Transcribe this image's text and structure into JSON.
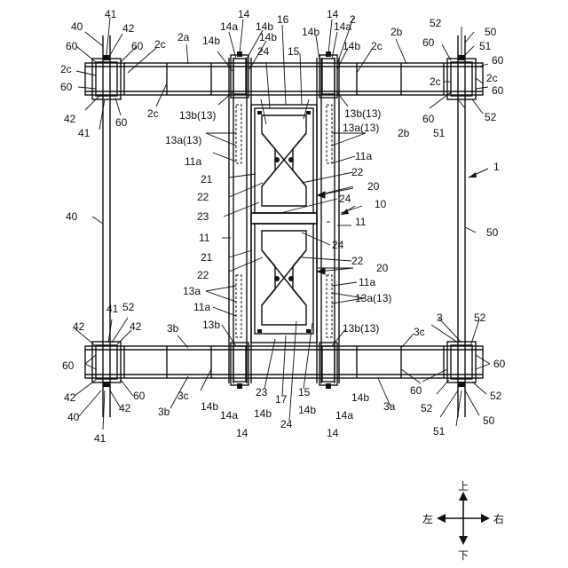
{
  "figure": {
    "labels": {
      "n1": "1",
      "n2": "2",
      "n2a": "2a",
      "n2b": "2b",
      "n2c": "2c",
      "n3": "3",
      "n3a": "3a",
      "n3b": "3b",
      "n3c": "3c",
      "n10": "10",
      "n11": "11",
      "n11a": "11a",
      "n13a13": "13a(13)",
      "n13b13": "13b(13)",
      "n13a": "13a",
      "n13b": "13b",
      "n14": "14",
      "n14a": "14a",
      "n14b": "14b",
      "n15": "15",
      "n16": "16",
      "n17": "17",
      "n20": "20",
      "n21": "21",
      "n22": "22",
      "n23": "23",
      "n24": "24",
      "n40": "40",
      "n41": "41",
      "n42": "42",
      "n50": "50",
      "n51": "51",
      "n52": "52",
      "n60": "60"
    },
    "direction": {
      "up": "上",
      "down": "下",
      "left": "左",
      "right": "右"
    }
  }
}
